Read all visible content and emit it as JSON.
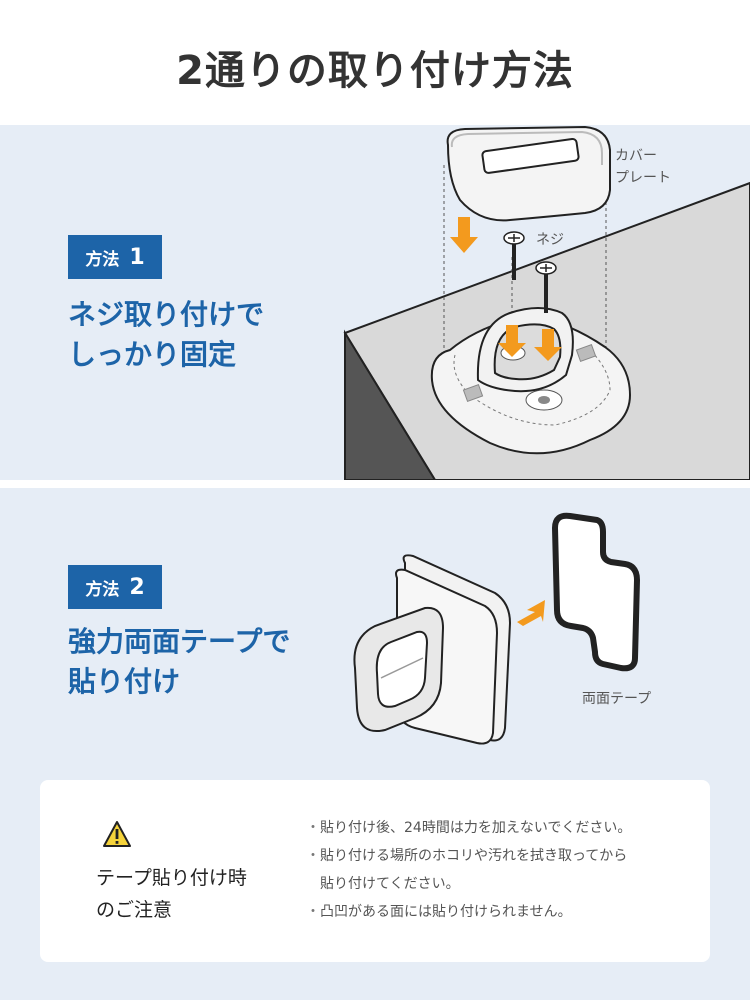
{
  "title": "2通りの取り付け方法",
  "method1": {
    "badge_word": "方法",
    "badge_number": "1",
    "heading_line1": "ネジ取り付けで",
    "heading_line2": "しっかり固定",
    "label_cover_line1": "カバー",
    "label_cover_line2": "プレート",
    "label_screw": "ネジ"
  },
  "method2": {
    "badge_word": "方法",
    "badge_number": "2",
    "heading_line1": "強力両面テープで",
    "heading_line2": "貼り付け",
    "label_tape": "両面テープ"
  },
  "note": {
    "title_line1": "テープ貼り付け時",
    "title_line2": "のご注意",
    "bullet": "・",
    "items": [
      "貼り付け後、24時間は力を加えないでください。",
      "貼り付ける場所のホコリや汚れを拭き取ってから",
      "貼り付けてください。",
      "凸凹がある面には貼り付けられません。"
    ]
  },
  "colors": {
    "accent": "#1d64a8",
    "panel_bg": "#e6edf6",
    "arrow": "#f39a1e"
  },
  "icons": [
    "warning-icon",
    "screw-icon",
    "arrow-icon"
  ]
}
